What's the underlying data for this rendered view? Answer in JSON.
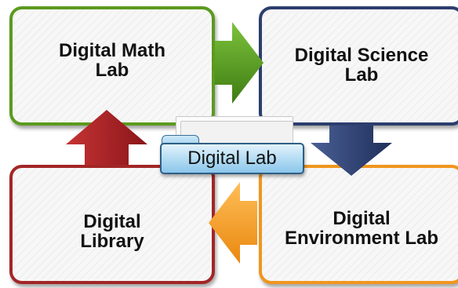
{
  "boxes": {
    "math": {
      "label": "Digital Math\nLab",
      "border_color": "#5b9a1e"
    },
    "science": {
      "label": "Digital Science\nLab",
      "border_color": "#2c3e6e"
    },
    "library": {
      "label": "Digital\nLibrary",
      "border_color": "#a32626"
    },
    "environment": {
      "label": "Digital\nEnvironment Lab",
      "border_color": "#f0961e"
    }
  },
  "center": {
    "label": "Digital Lab",
    "icon": "folder-icon"
  },
  "arrows": {
    "math_to_science": {
      "direction": "right",
      "color": "#4f8f1a"
    },
    "science_to_environment": {
      "direction": "down",
      "color": "#2b3d6d"
    },
    "environment_to_library": {
      "direction": "left",
      "color": "#f29a22"
    },
    "library_to_math": {
      "direction": "up",
      "color": "#a01f22"
    }
  }
}
